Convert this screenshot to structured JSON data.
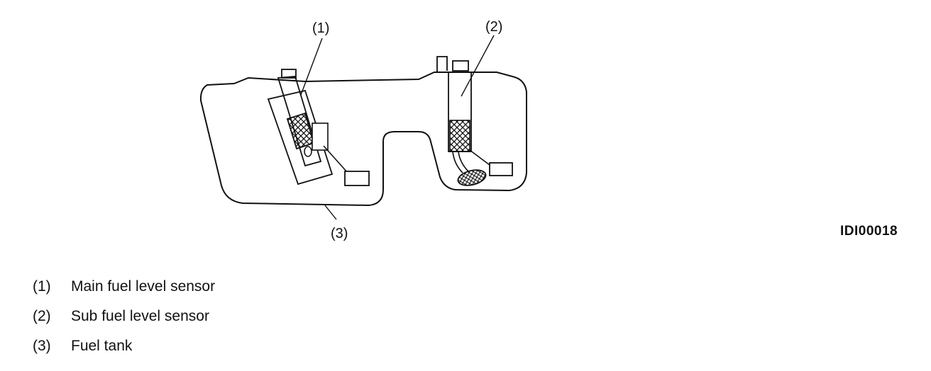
{
  "diagram": {
    "callouts": {
      "c1": "(1)",
      "c2": "(2)",
      "c3": "(3)"
    },
    "figure_id": "IDI00018"
  },
  "legend": [
    {
      "num": "(1)",
      "text": "Main fuel level sensor"
    },
    {
      "num": "(2)",
      "text": "Sub fuel level sensor"
    },
    {
      "num": "(3)",
      "text": "Fuel tank"
    }
  ],
  "colors": {
    "line": "#111111",
    "background": "#ffffff"
  }
}
